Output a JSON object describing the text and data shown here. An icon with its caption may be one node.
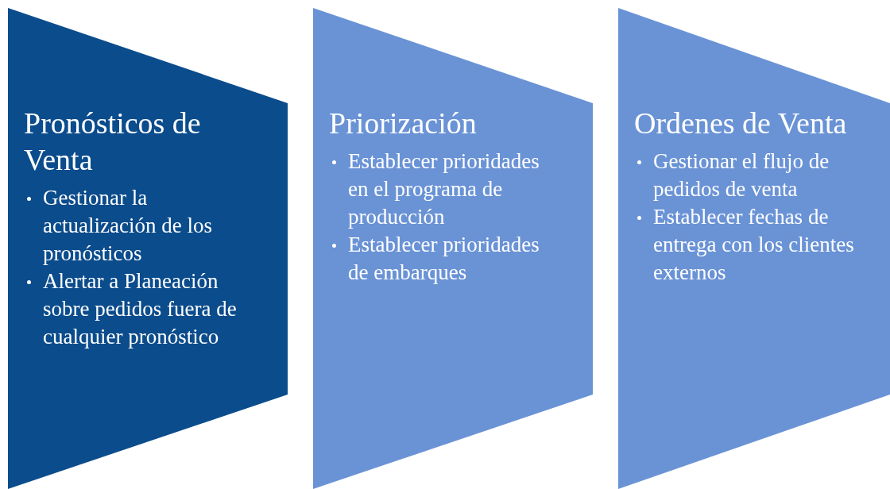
{
  "diagram": {
    "nodes": [
      {
        "text": [
          "Pronósticos de Venta",
          "Gestionar la actualización de los pronósticos",
          "Alertar a Planeación sobre pedidos fuera de cualquier pronóstico"
        ]
      },
      {
        "text": [
          "Priorización",
          "Establecer prioridades en el programa de producción",
          "Establecer prioridades de embarques"
        ]
      },
      {
        "text": [
          "Ordenes de Venta",
          "Gestionar el flujo de pedidos de venta",
          "Establecer fechas de entrega con los clientes externos"
        ]
      }
    ]
  }
}
